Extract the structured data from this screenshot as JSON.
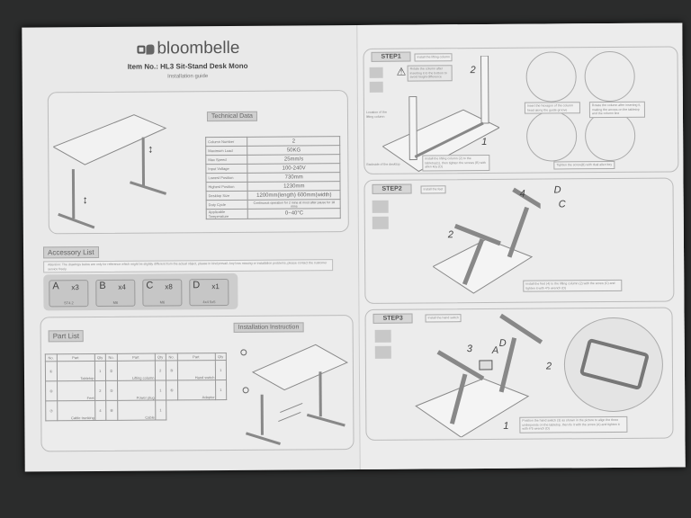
{
  "brand": "bloombelle",
  "item_title": "Item No.: HL3 Sit-Stand Desk Mono",
  "subtitle": "Installation guide",
  "technical_data": {
    "label": "Technical Data",
    "rows": [
      {
        "k": "Column Number",
        "v": "2"
      },
      {
        "k": "Maximum Load",
        "v": "50KG"
      },
      {
        "k": "Max Speed",
        "v": "25mm/s"
      },
      {
        "k": "Input Voltage",
        "v": "100-240V"
      },
      {
        "k": "Lowest Position",
        "v": "730mm"
      },
      {
        "k": "Highest Position",
        "v": "1230mm"
      },
      {
        "k": "Desktop Size",
        "v": "1200mm(length) 600mm(width)"
      },
      {
        "k": "Duty Cycle",
        "v": "Continuous operation for 2 mins at most after pause for 18 mins"
      },
      {
        "k": "Applicable Temperature",
        "v": "0~40°C"
      }
    ]
  },
  "accessory": {
    "label": "Accessory List",
    "notice": "Attention: The drawings below are only for reference which might be slightly different from the actual object, please in kind prevail. Any loss missing or installation problems, please contact the customer service freely.",
    "items": [
      {
        "letter": "A",
        "qty": "x3",
        "size": "ST4.2"
      },
      {
        "letter": "B",
        "qty": "x4",
        "size": "M6"
      },
      {
        "letter": "C",
        "qty": "x8",
        "size": "M6"
      },
      {
        "letter": "D",
        "qty": "x1",
        "size": "4x4   5x5"
      }
    ]
  },
  "part_list": {
    "label": "Part List",
    "headers": [
      "No.",
      "Part",
      "Qty"
    ],
    "parts": [
      {
        "no": "①",
        "name": "Tabletop",
        "qty": "1"
      },
      {
        "no": "②",
        "name": "Lifting column",
        "qty": "2"
      },
      {
        "no": "③",
        "name": "Hand switch",
        "qty": "1"
      },
      {
        "no": "④",
        "name": "Feet",
        "qty": "2"
      },
      {
        "no": "⑤",
        "name": "Power plug",
        "qty": "1"
      },
      {
        "no": "⑥",
        "name": "Adaptor",
        "qty": "1"
      },
      {
        "no": "⑦",
        "name": "Cable trunking",
        "qty": "4"
      },
      {
        "no": "⑧",
        "name": "Cable",
        "qty": "1"
      }
    ]
  },
  "installation_instruction": {
    "label": "Installation Instruction"
  },
  "steps": [
    {
      "title": "STEP1",
      "desc": "Install the lifting column",
      "warning": "Rotate the column after inserting it to the bottom to avoid height difference",
      "callout_a": "Location of the lifting column",
      "callout_b": "Backside of the desktop",
      "caption": "Install the lifting column (2) to the tabletop(1), then tighten the screws (B) with allen key (D)",
      "sub1": "Insert the hexagon of the column head along the guide groove",
      "sub2": "Rotate the column after inserting it, making the arrows on the tabletop and the column line",
      "sub4": "Tighten the screw(B) with dual allen key",
      "n1": "1",
      "n2": "2"
    },
    {
      "title": "STEP2",
      "desc": "Install the feet",
      "caption": "Install the feet (4) to the lifting column (2) with the screw (C) and tighten it with 4*5 wrench (D)",
      "n2": "2",
      "n4": "4",
      "nC": "C",
      "nD": "D"
    },
    {
      "title": "STEP3",
      "desc": "Install the hand switch",
      "caption": "Position the hand switch (3) as shown in the picture to align the three underpoints on the tabletop, then fix it with the screw (A) and tighten it with 4*5 wrench (D)",
      "n1": "1",
      "n2": "2",
      "n3": "3",
      "nA": "A",
      "nD": "D"
    }
  ]
}
